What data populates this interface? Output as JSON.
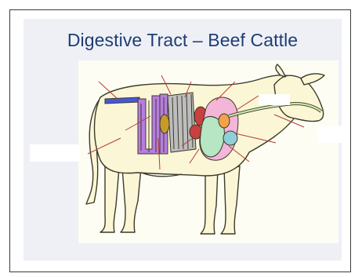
{
  "slide": {
    "title": "Digestive Tract – Beef Cattle"
  },
  "colors": {
    "title": "#1f3d73",
    "frame": "#3a3a3a",
    "panel_background": "#eef0f6",
    "image_background": "#fdfdf3",
    "cow_body": "#fbf6d6",
    "cow_outline": "#3c3a2a",
    "label_line": "#b33c36",
    "esophagus": "#c9e6a6",
    "rumen": "#f4b6d8",
    "reticulum": "#b6e6c4",
    "omasum": "#f2a24a",
    "abomasum": "#8fd0d8",
    "small_intestine": "#b77de0",
    "large_intestine": "#4a56d8",
    "cecum": "#c79a2c",
    "spiral_colon": "#bdbdbd",
    "organ_red": "#c94040",
    "label_blank": "#ffffff"
  },
  "diagram": {
    "label_line_count": 13,
    "label_blank_count": 3
  }
}
